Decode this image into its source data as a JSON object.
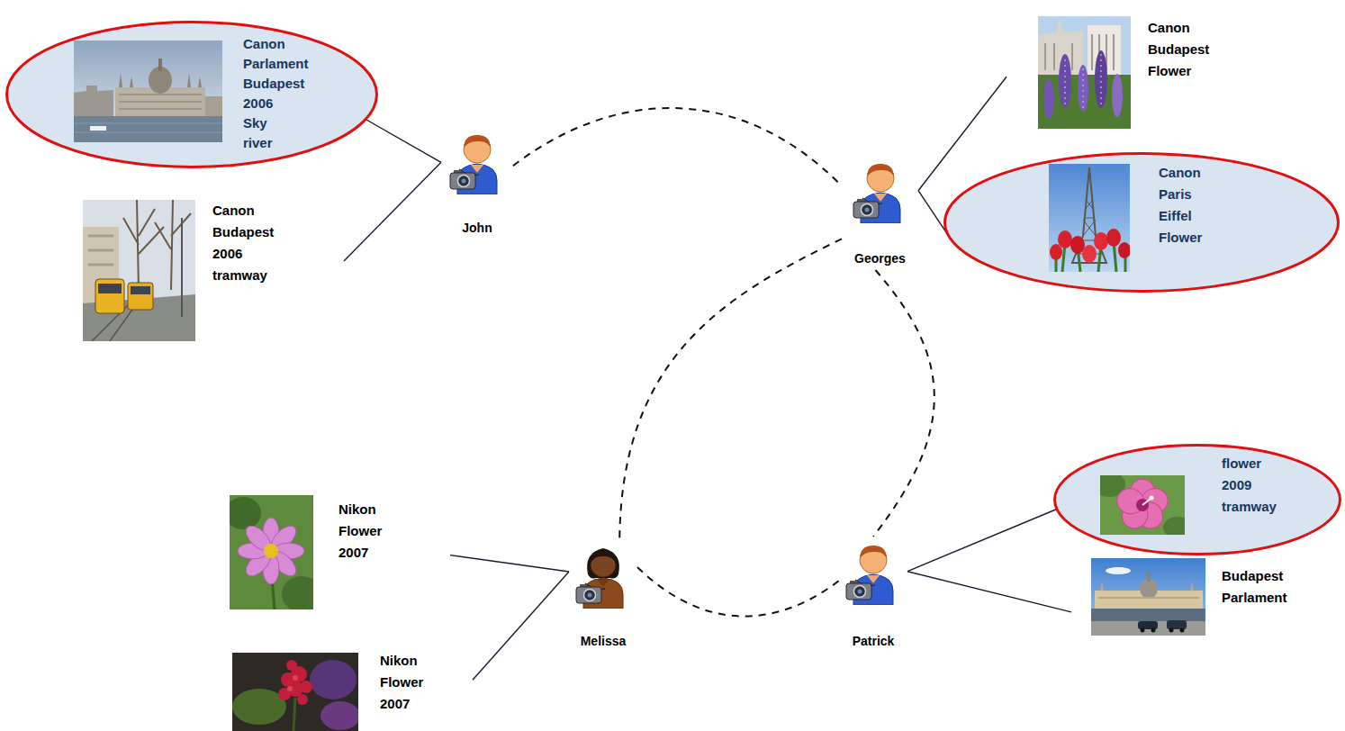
{
  "diagram": {
    "nodes": [
      {
        "text": [
          "Canon",
          "Parlament",
          "Budapest",
          "2006",
          "Sky",
          "river"
        ]
      },
      {
        "text": [
          "Canon",
          "Budapest",
          "2006",
          "tramway"
        ]
      },
      {
        "text": [
          "John"
        ]
      },
      {
        "text": [
          "Canon",
          "Budapest",
          "Flower"
        ]
      },
      {
        "text": [
          "Georges"
        ]
      },
      {
        "text": [
          "Canon",
          "Paris",
          "Eiffel",
          "Flower"
        ]
      },
      {
        "text": [
          "Nikon",
          "Flower",
          "2007"
        ]
      },
      {
        "text": [
          "flower",
          "2009",
          "tramway"
        ]
      },
      {
        "text": [
          "Melissa"
        ]
      },
      {
        "text": [
          "Patrick"
        ]
      },
      {
        "text": [
          "Budapest",
          "Parlament"
        ]
      },
      {
        "text": [
          "Nikon",
          "Flower",
          "2007"
        ]
      }
    ],
    "edges": [
      {
        "from": 2,
        "to": 4,
        "arrow": "none"
      },
      {
        "from": 4,
        "to": 8,
        "arrow": "none"
      },
      {
        "from": 4,
        "to": 9,
        "arrow": "none"
      },
      {
        "from": 8,
        "to": 9,
        "arrow": "none"
      },
      {
        "from": 2,
        "to": 0,
        "arrow": "none"
      },
      {
        "from": 2,
        "to": 1,
        "arrow": "none"
      },
      {
        "from": 4,
        "to": 3,
        "arrow": "none"
      },
      {
        "from": 4,
        "to": 5,
        "arrow": "none"
      },
      {
        "from": 8,
        "to": 6,
        "arrow": "none"
      },
      {
        "from": 8,
        "to": 11,
        "arrow": "none"
      },
      {
        "from": 9,
        "to": 7,
        "arrow": "none"
      },
      {
        "from": 9,
        "to": 10,
        "arrow": "none"
      }
    ]
  }
}
